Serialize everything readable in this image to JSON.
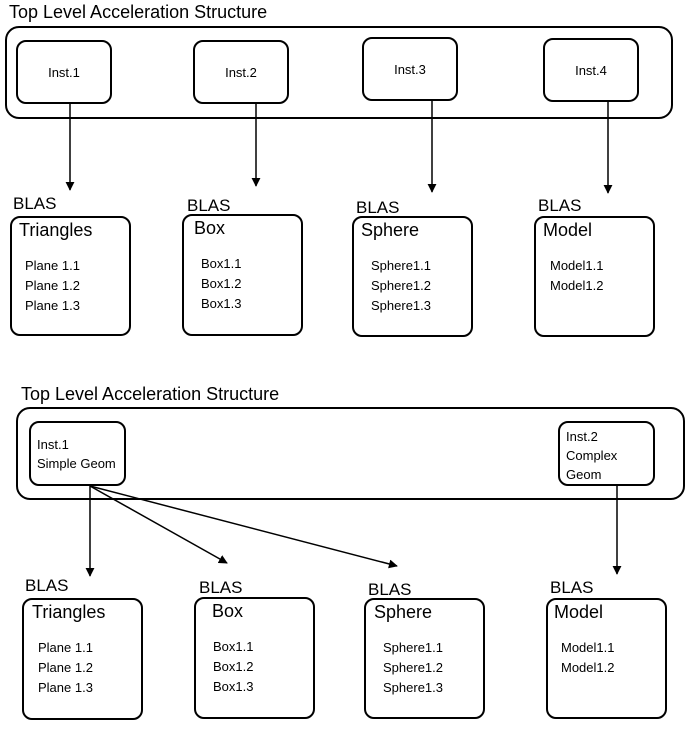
{
  "diagrams": [
    {
      "title": "Top Level Acceleration Structure",
      "instances": [
        {
          "label": "Inst.1"
        },
        {
          "label": "Inst.2"
        },
        {
          "label": "Inst.3"
        },
        {
          "label": "Inst.4"
        }
      ],
      "blas": [
        {
          "label": "BLAS",
          "name": "Triangles",
          "items": [
            "Plane 1.1",
            "Plane 1.2",
            "Plane 1.3"
          ]
        },
        {
          "label": "BLAS",
          "name": "Box",
          "items": [
            "Box1.1",
            "Box1.2",
            "Box1.3"
          ]
        },
        {
          "label": "BLAS",
          "name": "Sphere",
          "items": [
            "Sphere1.1",
            "Sphere1.2",
            "Sphere1.3"
          ]
        },
        {
          "label": "BLAS",
          "name": "Model",
          "items": [
            "Model1.1",
            "Model1.2"
          ]
        }
      ]
    },
    {
      "title": "Top Level Acceleration Structure",
      "instances": [
        {
          "lines": [
            "Inst.1",
            "Simple Geom"
          ]
        },
        {
          "lines": [
            "Inst.2",
            "Complex",
            "Geom"
          ]
        }
      ],
      "blas": [
        {
          "label": "BLAS",
          "name": "Triangles",
          "items": [
            "Plane 1.1",
            "Plane 1.2",
            "Plane 1.3"
          ]
        },
        {
          "label": "BLAS",
          "name": "Box",
          "items": [
            "Box1.1",
            "Box1.2",
            "Box1.3"
          ]
        },
        {
          "label": "BLAS",
          "name": "Sphere",
          "items": [
            "Sphere1.1",
            "Sphere1.2",
            "Sphere1.3"
          ]
        },
        {
          "label": "BLAS",
          "name": "Model",
          "items": [
            "Model1.1",
            "Model1.2"
          ]
        }
      ]
    }
  ]
}
